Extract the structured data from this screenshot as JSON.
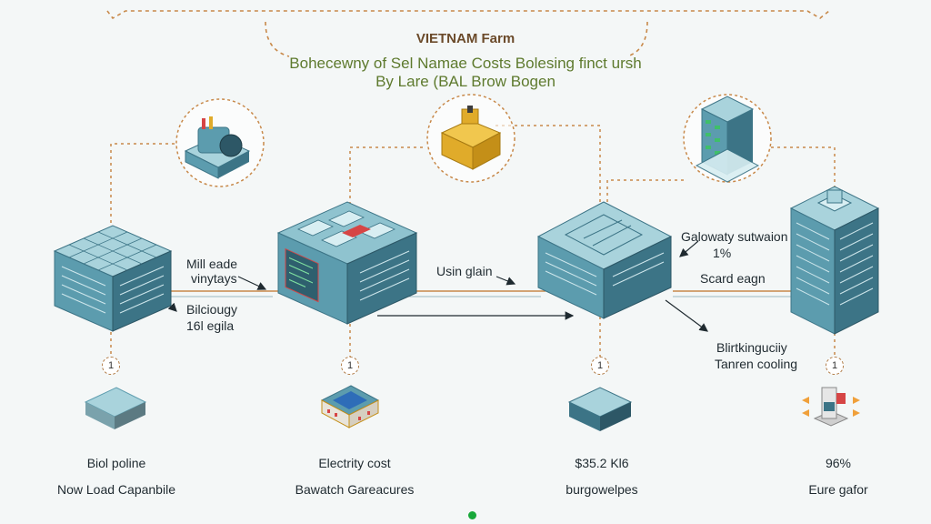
{
  "title": "VIETNAM Farm",
  "subtitle_line1": "Bohecewny of Sel Namae Costs Bolesing finct ursh",
  "subtitle_line2": "By Lare (BAL Brow Bogen",
  "labels": {
    "l1a": "Mill eade",
    "l1b": "vinytays",
    "l2a": "Bilciougy",
    "l2b": "16l egila",
    "l3": "Usin glain",
    "l4a": "Galowaty sutwaion",
    "l4b": "1%",
    "l5": "Scard eagn",
    "l6a": "Blirtkinguciiy",
    "l6b": "Tanren cooling"
  },
  "badges": [
    "1",
    "1",
    "1",
    "1"
  ],
  "bottom": [
    {
      "line1": "Biol poline",
      "line2": "Now Load Capanbile"
    },
    {
      "line1": "Electrity cost",
      "line2": "Bawatch Gareacures"
    },
    {
      "line1": "$35.2 Kl6",
      "line2": "burgowelpes"
    },
    {
      "line1": "96%",
      "line2": "Eure gafor"
    }
  ],
  "colors": {
    "teal_dark": "#3c7486",
    "teal": "#5c9cae",
    "teal_light": "#a9d3dc",
    "gold": "#e0ab2a",
    "dashed": "#c8894a",
    "accent_red": "#d64545",
    "green_dot": "#18a83a"
  },
  "icons": [
    "server-block-icon",
    "data-center-icon",
    "machine-icon",
    "tower-building-icon",
    "generator-icon",
    "tall-building-icon",
    "flat-panel-icon",
    "circuit-board-icon",
    "cooling-pad-icon",
    "robot-arm-icon"
  ]
}
